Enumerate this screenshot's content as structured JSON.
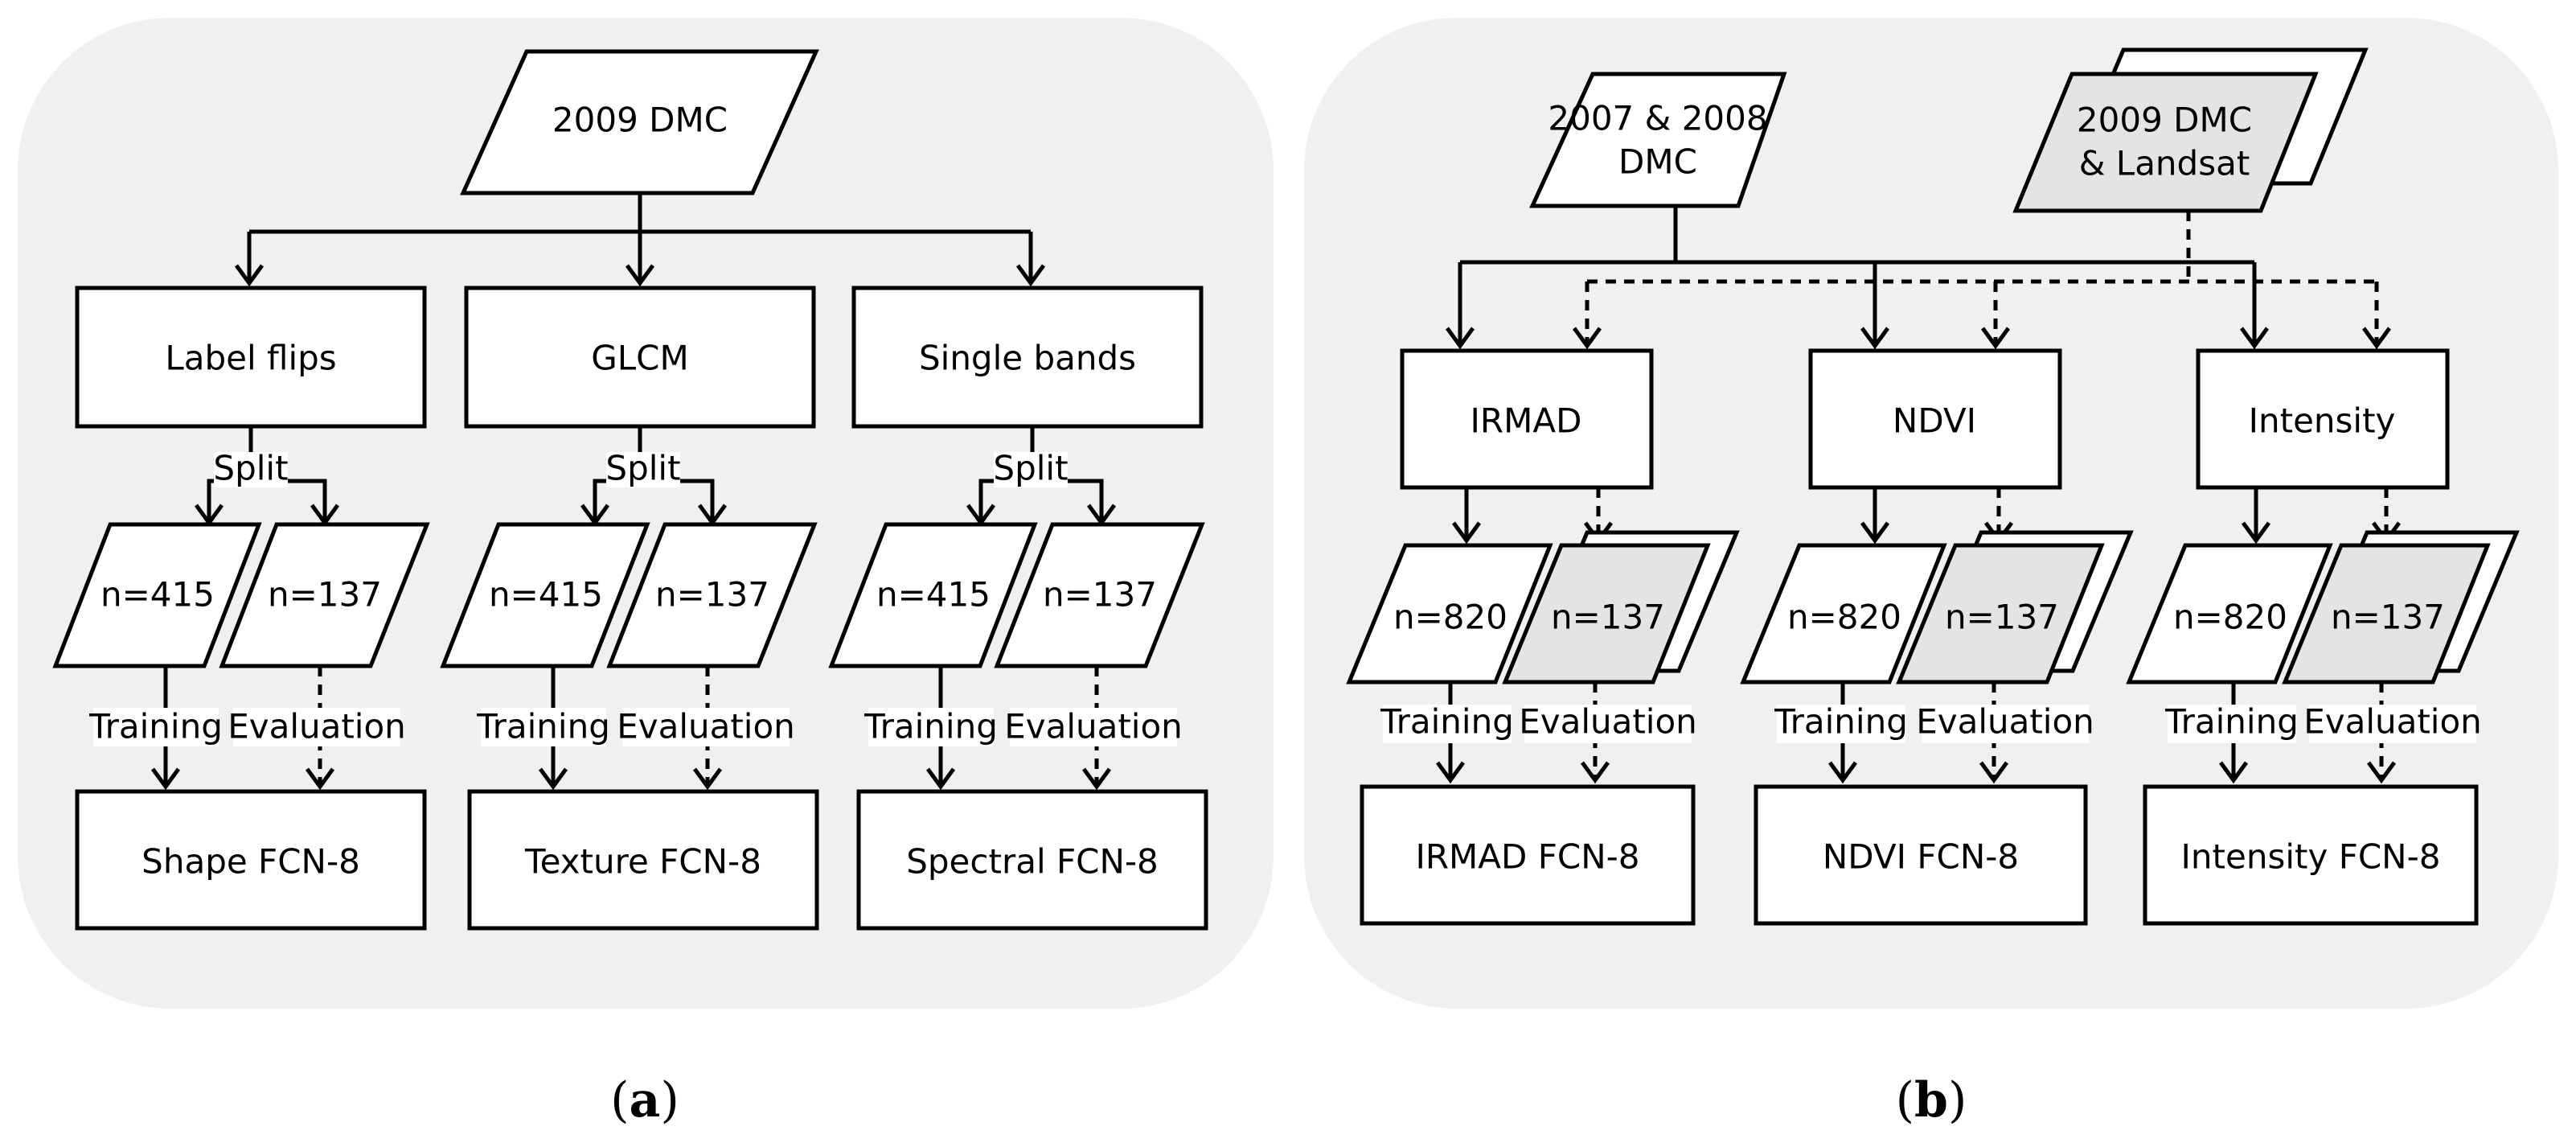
{
  "panel_a": {
    "source": "2009 DMC",
    "branches": [
      {
        "process": "Label flips",
        "split_label": "Split",
        "train_set": "n=415",
        "eval_set": "n=137",
        "train_label": "Training",
        "eval_label": "Evaluation",
        "model": "Shape FCN-8"
      },
      {
        "process": "GLCM",
        "split_label": "Split",
        "train_set": "n=415",
        "eval_set": "n=137",
        "train_label": "Training",
        "eval_label": "Evaluation",
        "model": "Texture FCN-8"
      },
      {
        "process": "Single bands",
        "split_label": "Split",
        "train_set": "n=415",
        "eval_set": "n=137",
        "train_label": "Training",
        "eval_label": "Evaluation",
        "model": "Spectral FCN-8"
      }
    ],
    "caption": {
      "open": "(",
      "letter": "a",
      "close": ")"
    }
  },
  "panel_b": {
    "source_train": {
      "line1": "2007 & 2008",
      "line2": "DMC"
    },
    "source_eval": {
      "line1": "2009 DMC",
      "line2": "& Landsat"
    },
    "branches": [
      {
        "process": "IRMAD",
        "train_set": "n=820",
        "eval_set": "n=137",
        "train_label": "Training",
        "eval_label": "Evaluation",
        "model": "IRMAD FCN-8"
      },
      {
        "process": "NDVI",
        "train_set": "n=820",
        "eval_set": "n=137",
        "train_label": "Training",
        "eval_label": "Evaluation",
        "model": "NDVI FCN-8"
      },
      {
        "process": "Intensity",
        "train_set": "n=820",
        "eval_set": "n=137",
        "train_label": "Training",
        "eval_label": "Evaluation",
        "model": "Intensity FCN-8"
      }
    ],
    "caption": {
      "open": "(",
      "letter": "b",
      "close": ")"
    }
  }
}
